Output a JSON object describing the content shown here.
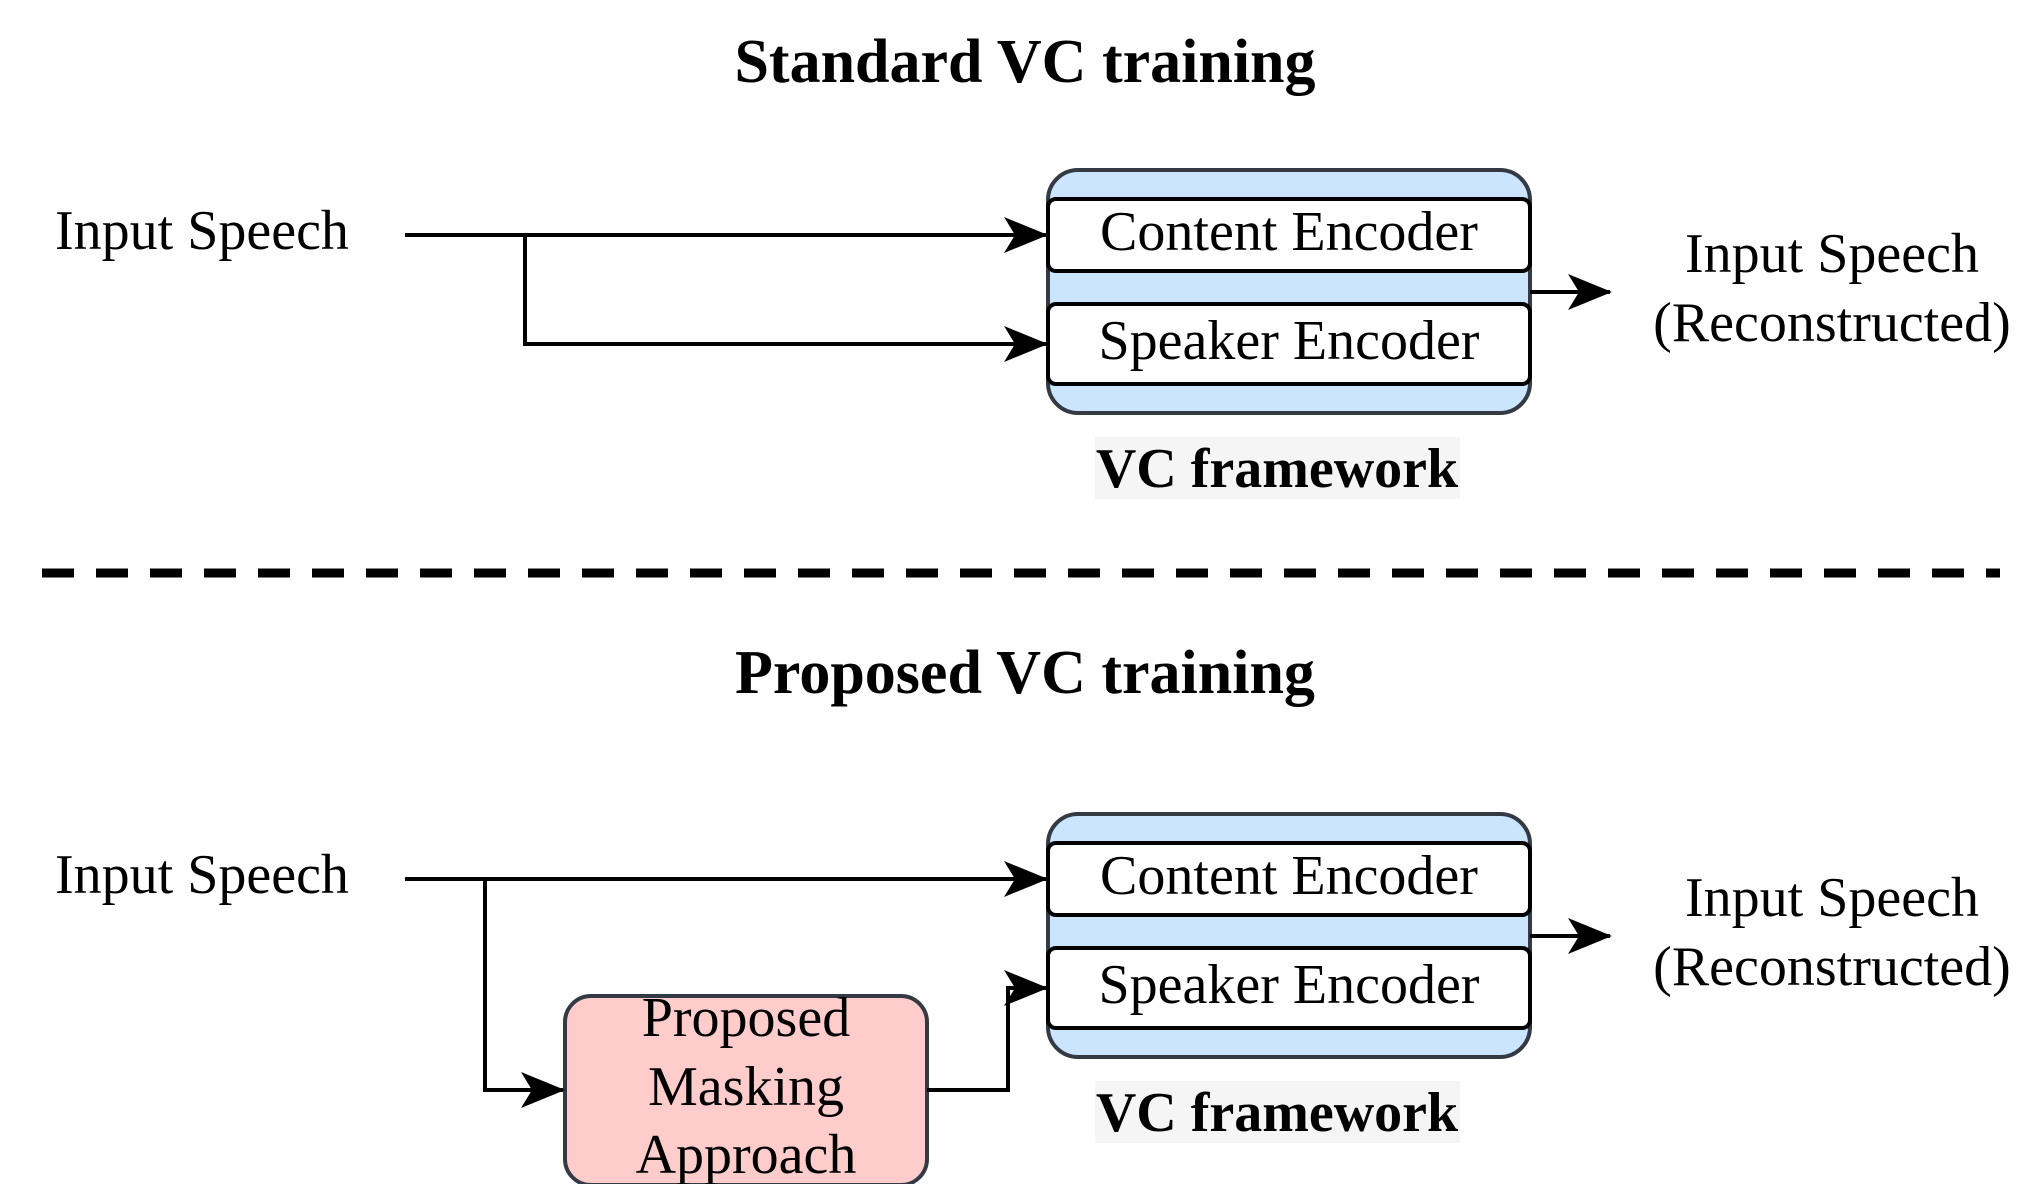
{
  "colors": {
    "framework_fill": "#cce5ff",
    "masking_fill": "#ffcccc",
    "caption_bg": "#f5f5f5"
  },
  "standard": {
    "title": "Standard VC training",
    "input_label": "Input Speech",
    "content_encoder": "Content Encoder",
    "speaker_encoder": "Speaker Encoder",
    "output_line1": "Input Speech",
    "output_line2": "(Reconstructed)",
    "framework_caption": "VC framework"
  },
  "proposed": {
    "title": "Proposed VC training",
    "input_label": "Input Speech",
    "content_encoder": "Content Encoder",
    "speaker_encoder": "Speaker Encoder",
    "masking_line1": "Proposed",
    "masking_line2": "Masking",
    "masking_line3": "Approach",
    "output_line1": "Input Speech",
    "output_line2": "(Reconstructed)",
    "framework_caption": "VC framework"
  }
}
